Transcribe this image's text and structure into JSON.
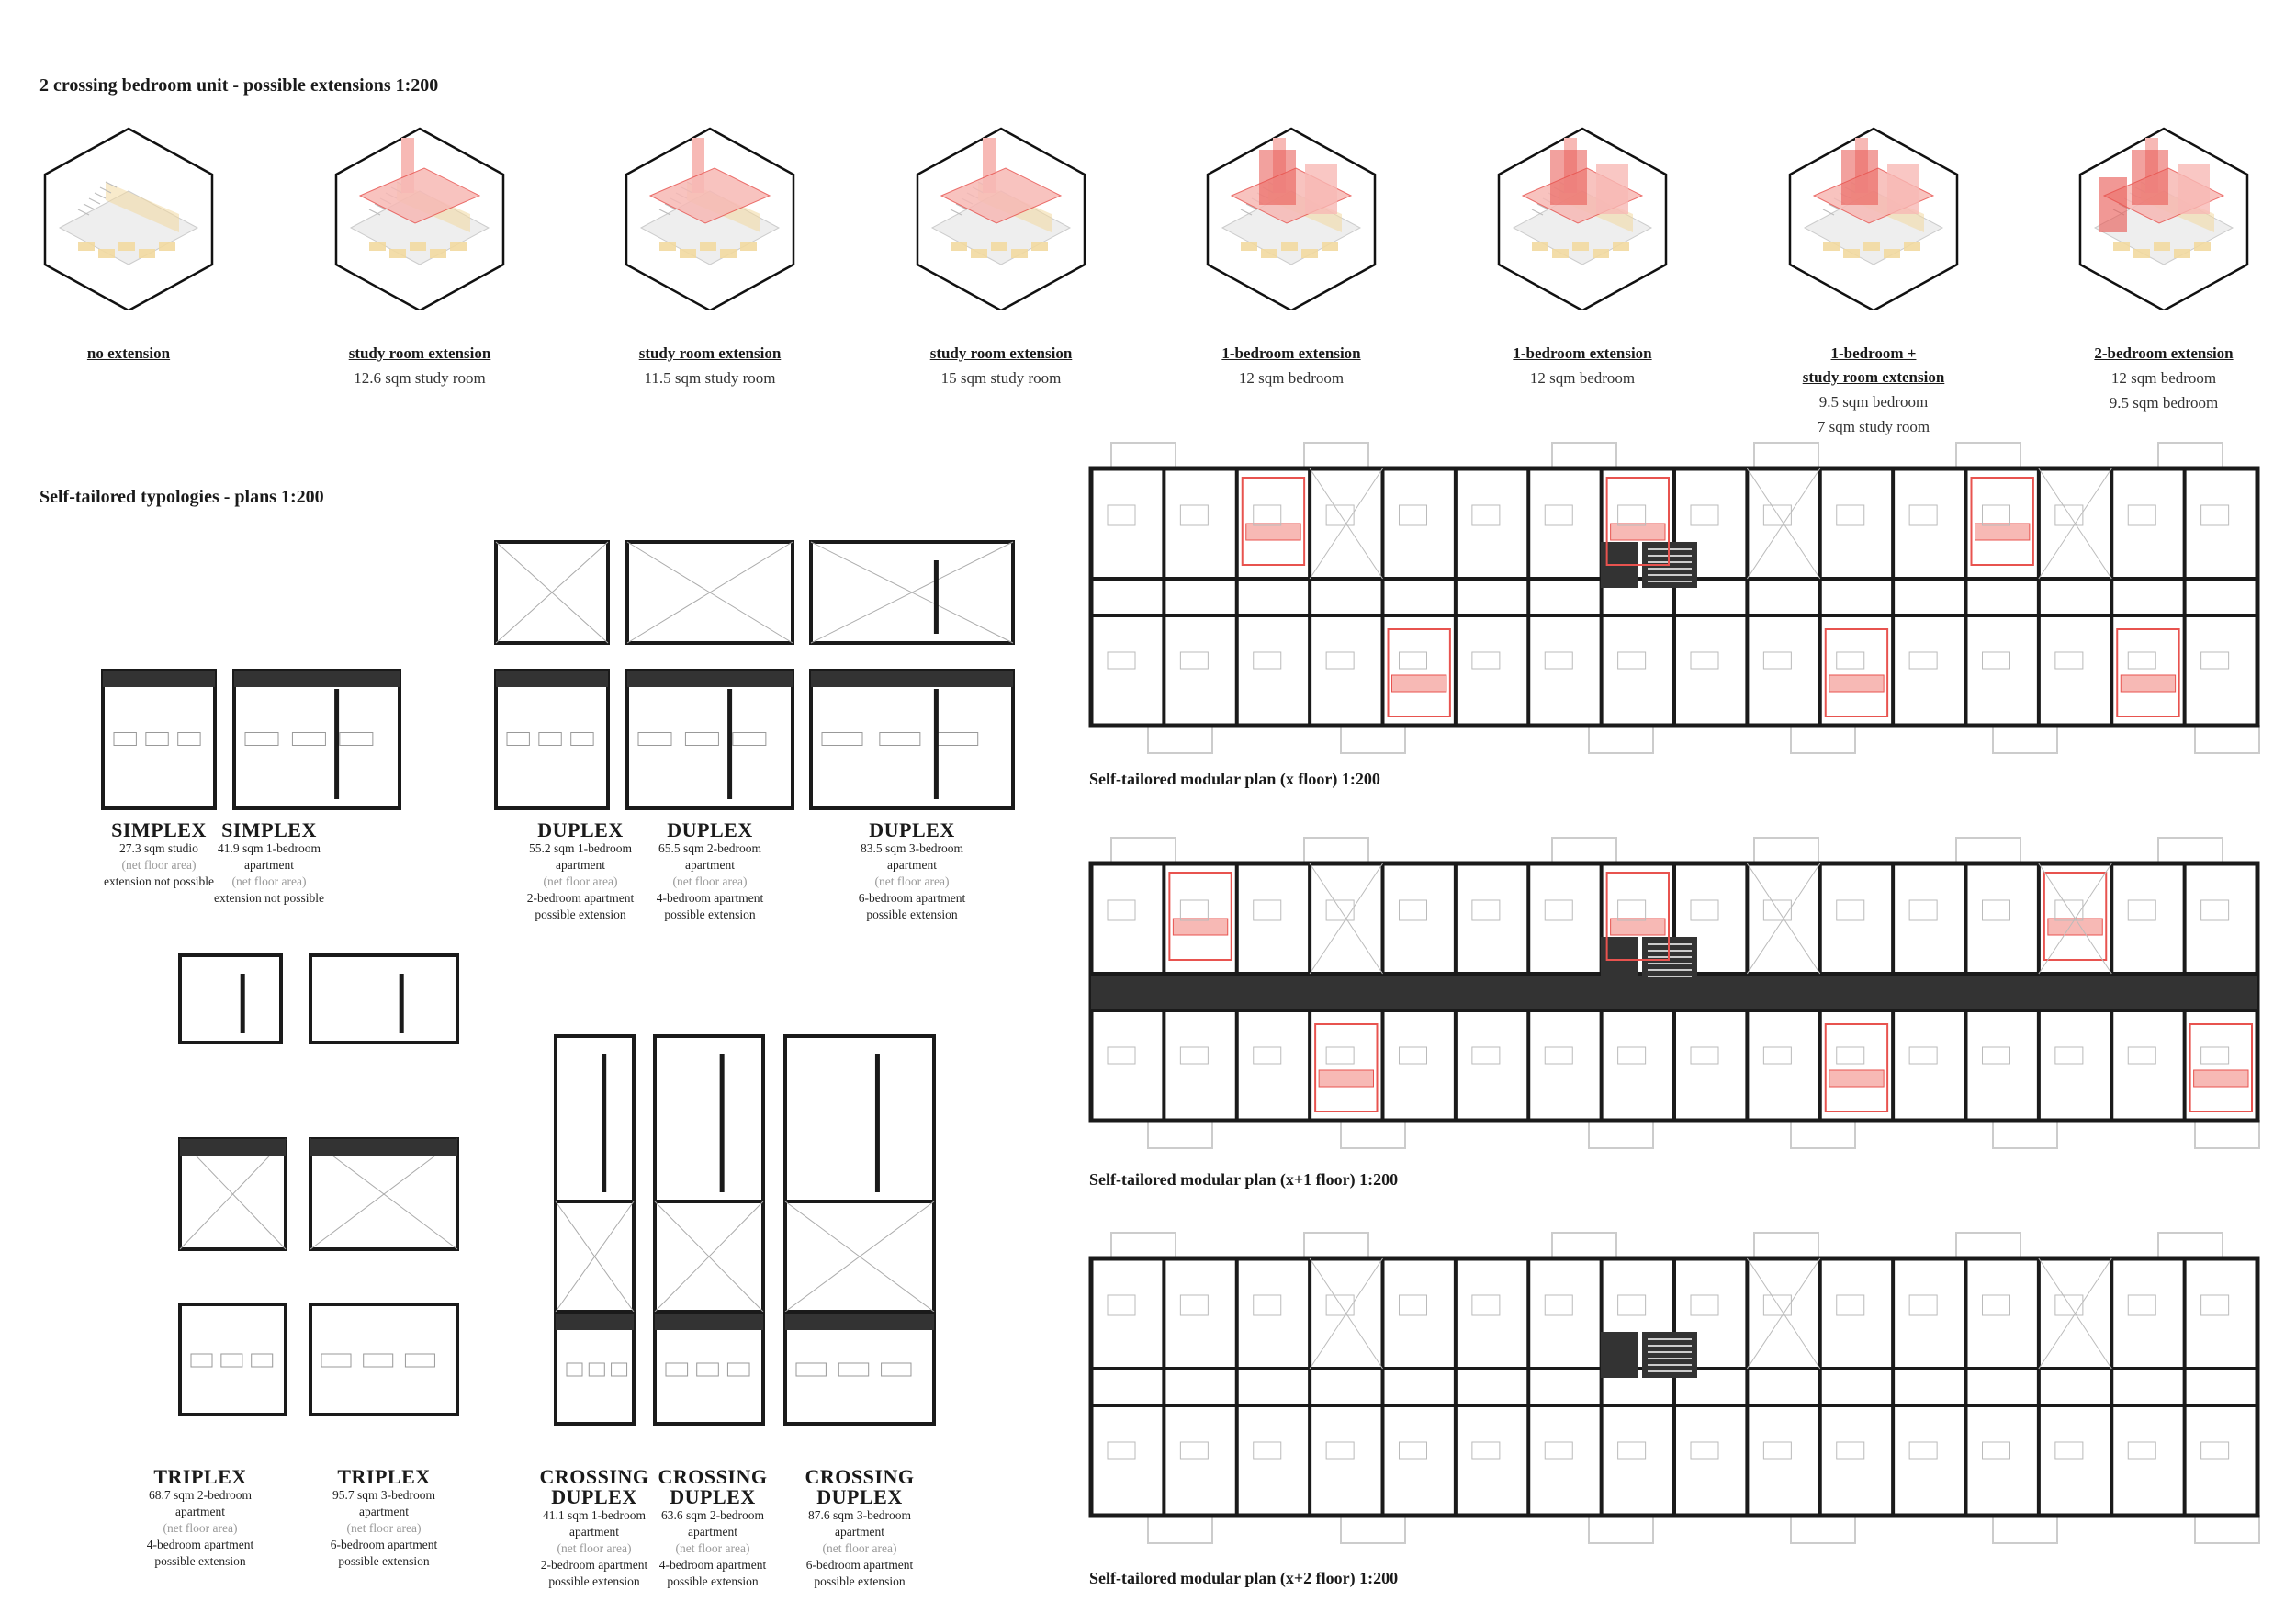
{
  "headings": {
    "extensions": "2 crossing bedroom unit - possible extensions 1:200",
    "typologies": "Self-tailored typologies - plans 1:200"
  },
  "extensions": [
    {
      "title": "no extension",
      "lines": []
    },
    {
      "title": "study room extension",
      "lines": [
        "12.6 sqm study room"
      ]
    },
    {
      "title": "study room extension",
      "lines": [
        "11.5 sqm study room"
      ]
    },
    {
      "title": "study room extension",
      "lines": [
        "15 sqm study room"
      ]
    },
    {
      "title": "1-bedroom extension",
      "lines": [
        "12 sqm bedroom"
      ]
    },
    {
      "title": "1-bedroom extension",
      "lines": [
        "12 sqm bedroom"
      ]
    },
    {
      "title": "1-bedroom +",
      "title2": "study room extension",
      "lines": [
        "9.5 sqm bedroom",
        "7 sqm study room"
      ]
    },
    {
      "title": "2-bedroom extension",
      "lines": [
        "12 sqm bedroom",
        "9.5 sqm bedroom"
      ]
    }
  ],
  "typologies": [
    {
      "name": "SIMPLEX",
      "l1": "27.3 sqm studio",
      "l2": "(net floor area)",
      "l3": "extension not possible",
      "l4": ""
    },
    {
      "name": "SIMPLEX",
      "l1": "41.9 sqm 1-bedroom",
      "l1b": "apartment",
      "l2": "(net floor area)",
      "l3": "extension not possible",
      "l4": ""
    },
    {
      "name": "DUPLEX",
      "l1": "55.2 sqm 1-bedroom",
      "l1b": "apartment",
      "l2": "(net floor area)",
      "l3": "2-bedroom apartment",
      "l4": "possible extension"
    },
    {
      "name": "DUPLEX",
      "l1": "65.5 sqm 2-bedroom",
      "l1b": "apartment",
      "l2": "(net floor area)",
      "l3": "4-bedroom apartment",
      "l4": "possible extension"
    },
    {
      "name": "DUPLEX",
      "l1": "83.5 sqm 3-bedroom",
      "l1b": "apartment",
      "l2": "(net floor area)",
      "l3": "6-bedroom apartment",
      "l4": "possible extension"
    },
    {
      "name": "TRIPLEX",
      "l1": "68.7 sqm 2-bedroom",
      "l1b": "apartment",
      "l2": "(net floor area)",
      "l3": "4-bedroom apartment",
      "l4": "possible extension"
    },
    {
      "name": "TRIPLEX",
      "l1": "95.7 sqm 3-bedroom",
      "l1b": "apartment",
      "l2": "(net floor area)",
      "l3": "6-bedroom apartment",
      "l4": "possible extension"
    },
    {
      "name": "CROSSING",
      "name2": "DUPLEX",
      "l1": "41.1 sqm 1-bedroom",
      "l1b": "apartment",
      "l2": "(net floor area)",
      "l3": "2-bedroom apartment",
      "l4": "possible extension"
    },
    {
      "name": "CROSSING",
      "name2": "DUPLEX",
      "l1": "63.6 sqm 2-bedroom",
      "l1b": "apartment",
      "l2": "(net floor area)",
      "l3": "4-bedroom apartment",
      "l4": "possible extension"
    },
    {
      "name": "CROSSING",
      "name2": "DUPLEX",
      "l1": "87.6 sqm 3-bedroom",
      "l1b": "apartment",
      "l2": "(net floor area)",
      "l3": "6-bedroom apartment",
      "l4": "possible extension"
    }
  ],
  "floor_plans": [
    {
      "caption": "Self-tailored modular plan (x floor) 1:200"
    },
    {
      "caption": "Self-tailored modular plan (x+1 floor) 1:200"
    },
    {
      "caption": "Self-tailored modular plan (x+2 floor) 1:200"
    }
  ],
  "colors": {
    "wall": "#1a1a1a",
    "extension_red": "#e8534f",
    "extension_pink": "#f7b9b5",
    "furniture_yellow": "#f2d9a0",
    "core": "#333333"
  }
}
